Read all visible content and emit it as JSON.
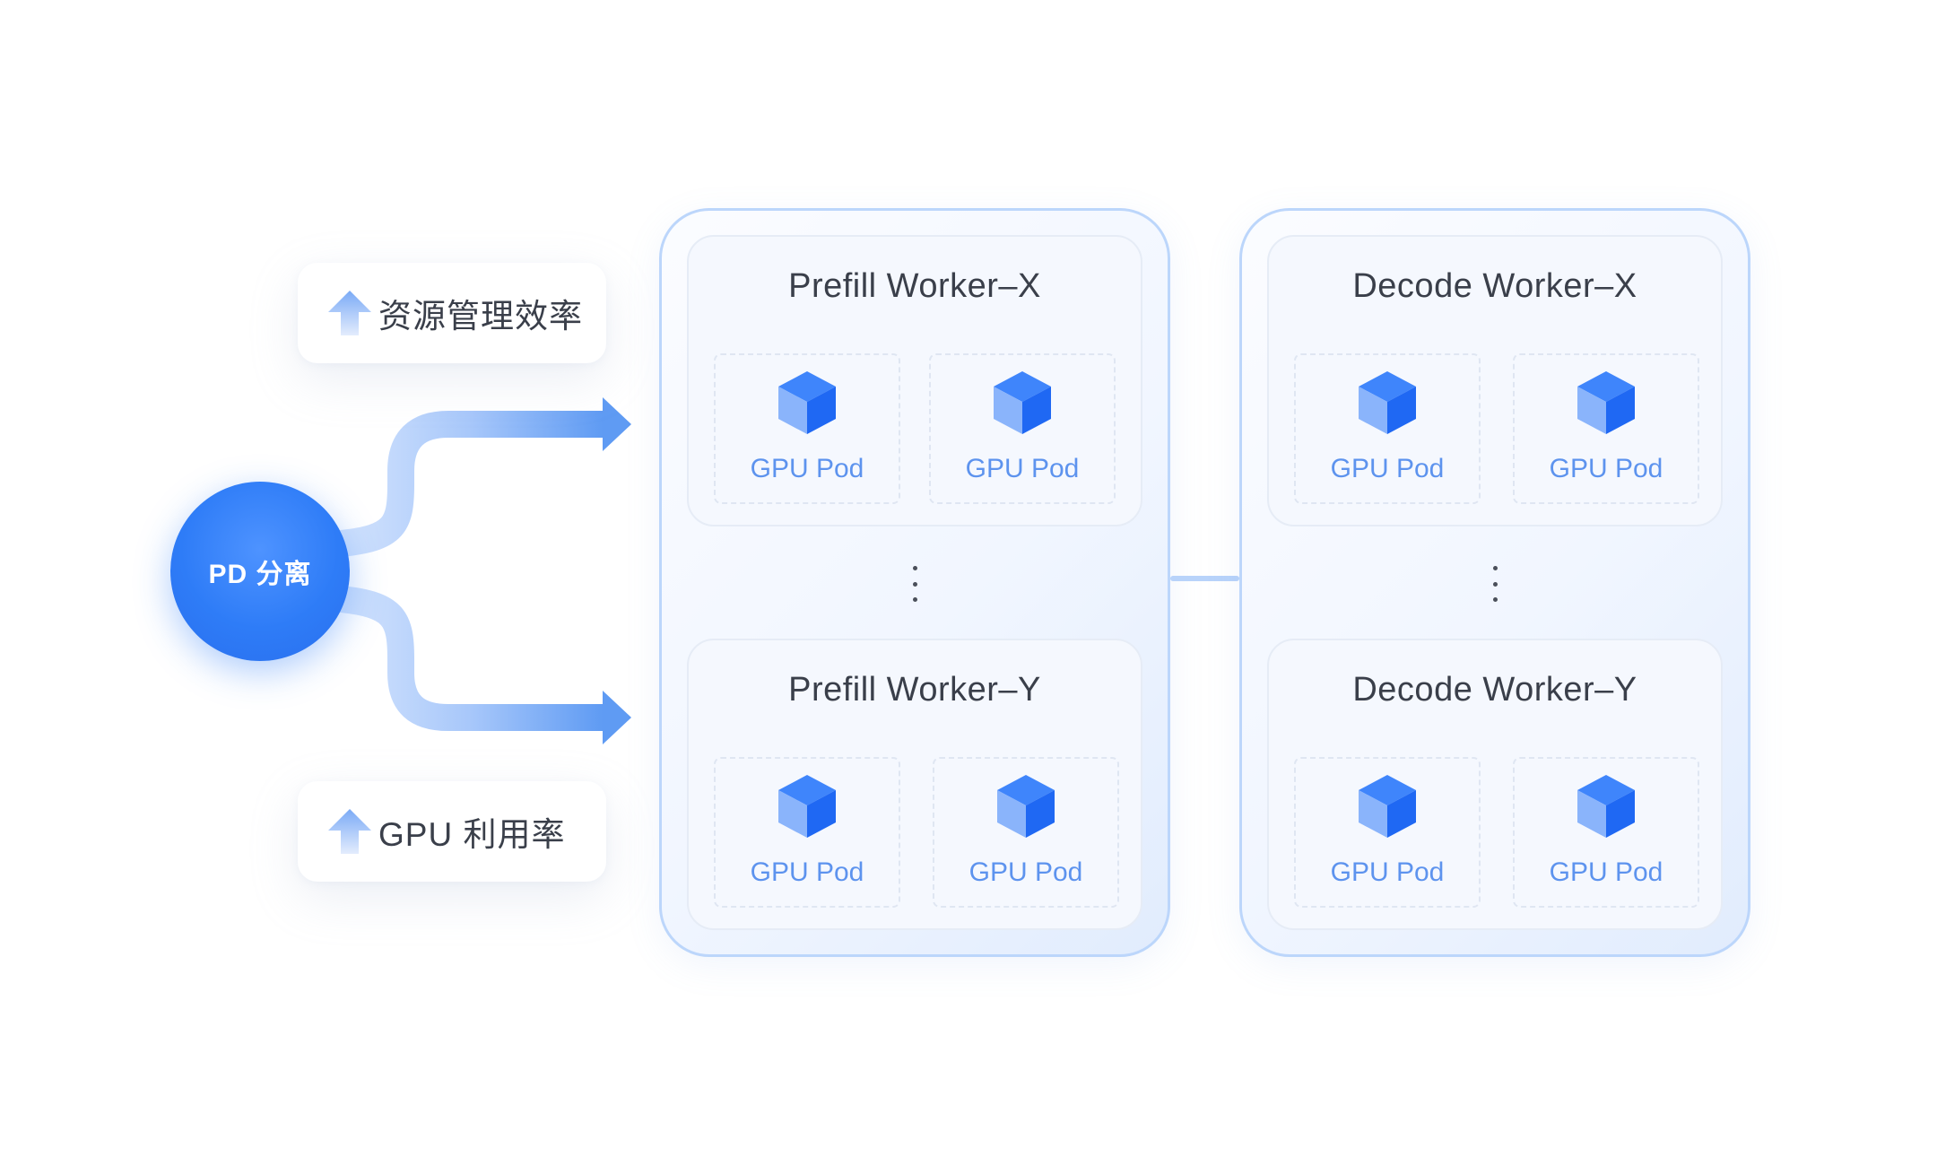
{
  "benefits": [
    {
      "label": "资源管理效率",
      "icon": "arrow-up-icon"
    },
    {
      "label": "GPU 利用率",
      "icon": "arrow-up-icon"
    }
  ],
  "pd_node": {
    "label": "PD 分离"
  },
  "groups": [
    {
      "id": "prefill",
      "workers": [
        {
          "title": "Prefill Worker–X",
          "pods": [
            "GPU Pod",
            "GPU Pod"
          ]
        },
        {
          "title": "Prefill Worker–Y",
          "pods": [
            "GPU Pod",
            "GPU Pod"
          ]
        }
      ]
    },
    {
      "id": "decode",
      "workers": [
        {
          "title": "Decode Worker–X",
          "pods": [
            "GPU Pod",
            "GPU Pod"
          ]
        },
        {
          "title": "Decode Worker–Y",
          "pods": [
            "GPU Pod",
            "GPU Pod"
          ]
        }
      ]
    }
  ],
  "icons": {
    "pod": "cube-icon"
  },
  "colors": {
    "primary": "#2e7cf7",
    "pod_label": "#5d93ee",
    "text": "#3a3f4a",
    "border": "#bcd6fb"
  }
}
